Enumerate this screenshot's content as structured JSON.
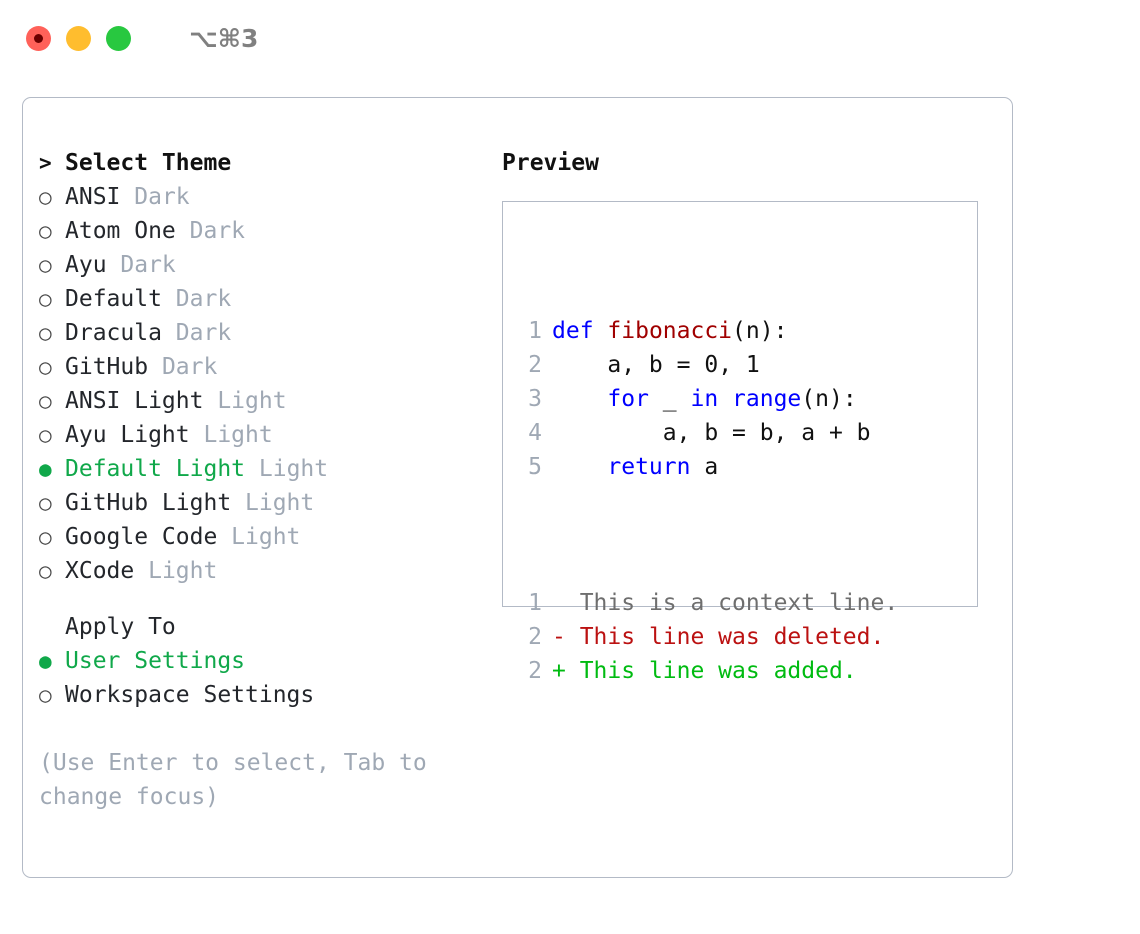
{
  "window": {
    "traffic_lights": [
      "close",
      "minimize",
      "maximize"
    ],
    "shortcut_label": "⌥⌘3"
  },
  "theme_picker": {
    "header": {
      "prefix": ">",
      "title": "Select Theme"
    },
    "items": [
      {
        "bullet": "○",
        "name": "ANSI",
        "tag": "Dark",
        "selected": false
      },
      {
        "bullet": "○",
        "name": "Atom One",
        "tag": "Dark",
        "selected": false
      },
      {
        "bullet": "○",
        "name": "Ayu",
        "tag": "Dark",
        "selected": false
      },
      {
        "bullet": "○",
        "name": "Default",
        "tag": "Dark",
        "selected": false
      },
      {
        "bullet": "○",
        "name": "Dracula",
        "tag": "Dark",
        "selected": false
      },
      {
        "bullet": "○",
        "name": "GitHub",
        "tag": "Dark",
        "selected": false
      },
      {
        "bullet": "○",
        "name": "ANSI Light",
        "tag": "Light",
        "selected": false
      },
      {
        "bullet": "○",
        "name": "Ayu Light",
        "tag": "Light",
        "selected": false
      },
      {
        "bullet": "●",
        "name": "Default Light",
        "tag": "Light",
        "selected": true
      },
      {
        "bullet": "○",
        "name": "GitHub Light",
        "tag": "Light",
        "selected": false
      },
      {
        "bullet": "○",
        "name": "Google Code",
        "tag": "Light",
        "selected": false
      },
      {
        "bullet": "○",
        "name": "XCode",
        "tag": "Light",
        "selected": false
      }
    ]
  },
  "apply_to": {
    "header": "Apply To",
    "items": [
      {
        "bullet": "●",
        "name": "User Settings",
        "selected": true
      },
      {
        "bullet": "○",
        "name": "Workspace Settings",
        "selected": false
      }
    ]
  },
  "hint": "(Use Enter to select, Tab to change focus)",
  "preview": {
    "title": "Preview",
    "code_lines": [
      {
        "ln": "1",
        "tokens": [
          {
            "t": "def",
            "c": "kw"
          },
          {
            "t": " ",
            "c": "pl"
          },
          {
            "t": "fibonacci",
            "c": "fn"
          },
          {
            "t": "(n):",
            "c": "pl"
          }
        ]
      },
      {
        "ln": "2",
        "tokens": [
          {
            "t": "    a, b = ",
            "c": "pl"
          },
          {
            "t": "0",
            "c": "num"
          },
          {
            "t": ", ",
            "c": "pl"
          },
          {
            "t": "1",
            "c": "num"
          }
        ]
      },
      {
        "ln": "3",
        "tokens": [
          {
            "t": "    ",
            "c": "pl"
          },
          {
            "t": "for",
            "c": "kw"
          },
          {
            "t": " _ ",
            "c": "pl"
          },
          {
            "t": "in",
            "c": "kw"
          },
          {
            "t": " ",
            "c": "pl"
          },
          {
            "t": "range",
            "c": "kw"
          },
          {
            "t": "(n):",
            "c": "pl"
          }
        ]
      },
      {
        "ln": "4",
        "tokens": [
          {
            "t": "        a, b = b, a + b",
            "c": "pl"
          }
        ]
      },
      {
        "ln": "5",
        "tokens": [
          {
            "t": "    ",
            "c": "pl"
          },
          {
            "t": "return",
            "c": "kw"
          },
          {
            "t": " a",
            "c": "pl"
          }
        ]
      }
    ],
    "diff_lines": [
      {
        "ln": "1",
        "marker": " ",
        "text": " This is a context line.",
        "kind": "context"
      },
      {
        "ln": "2",
        "marker": "-",
        "text": " This line was deleted.",
        "kind": "deleted"
      },
      {
        "ln": "2",
        "marker": "+",
        "text": " This line was added.",
        "kind": "added"
      }
    ]
  },
  "colors": {
    "accent_green": "#10a84a",
    "muted_gray": "#9fa8b4",
    "border": "#b3bac6",
    "keyword_blue": "#0000ff",
    "function_red": "#a00000",
    "diff_deleted": "#bb1111",
    "diff_added": "#00bb11",
    "traffic_red": "#ff6159",
    "traffic_yellow": "#ffbd2e",
    "traffic_green": "#28c840"
  }
}
